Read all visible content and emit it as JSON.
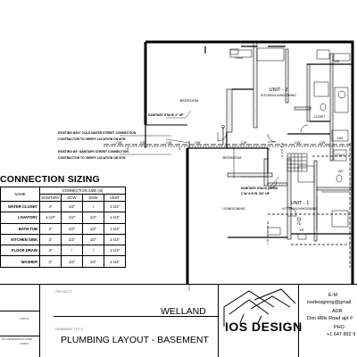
{
  "plan": {
    "rooms": {
      "bedroom_upper": "BEDROOM",
      "bedroom_lower": "BEDROOM",
      "unit2": "UNIT - 2",
      "unit2_sub": "KITCHEN/LIVING/DINING",
      "unit1": "UNIT - 1",
      "unit1_sub": "KITCHEN/LIVING/DINING",
      "living": "LIVING/DINING",
      "closet": "CLOSET",
      "tub": "TUB",
      "pwdr": "PWDR"
    },
    "fixture_tags": {
      "wc": "WC",
      "ks": "KS",
      "lav": "LAV",
      "fd": "FD",
      "stack": "STACK"
    },
    "annotations": {
      "sanitary_stack": "SANITARY STACK 4\" UP",
      "water_connection_1": "EXISTING Ø3/4\" COLD WATER STREET CONNECTION",
      "water_connection_2": "CONTRACTOR TO VERIFY LOCATION ON SITE",
      "sanitary_connection_1": "EXISTING Ø4\" SANITARY STREET CONNECTION",
      "sanitary_connection_2": "CONTRACTOR TO VERIFY LOCATION ON SITE",
      "stack_down_1": "SANITARY STACK DOWN",
      "stack_down_2": "C.W. & H.W. 3/4\" UP",
      "cw_marker": "CW",
      "san_marker": "S"
    }
  },
  "sizing": {
    "title": "CONNECTION SIZING",
    "col_name": "NAME",
    "col_group": "CONNECTION SIZE (in)",
    "columns": [
      "SANITARY",
      "DCW",
      "DHW",
      "VENT"
    ],
    "rows": [
      {
        "name": "WATER CLOSET",
        "values": [
          "4\"",
          "1/2\"",
          "/",
          "1-1/2\""
        ]
      },
      {
        "name": "LAVATORY",
        "values": [
          "1-1/2\"",
          "1/2\"",
          "1/2\"",
          "1-1/4\""
        ]
      },
      {
        "name": "BATH TUB",
        "values": [
          "2\"",
          "1/2\"",
          "1/2\"",
          "1-1/2\""
        ]
      },
      {
        "name": "KITCHEN SINK",
        "values": [
          "2\"",
          "1/2\"",
          "1/2\"",
          "1-1/2\""
        ]
      },
      {
        "name": "FLOOR DRAIN",
        "values": [
          "3\"",
          "/",
          "/",
          "1-1/2\""
        ]
      },
      {
        "name": "WASHER",
        "values": [
          "2\"",
          "1/2\"",
          "1/2\"",
          "1-1/4\""
        ]
      }
    ]
  },
  "title_block": {
    "project_label": "PROJECT",
    "project_name": "WELLAND",
    "drawing_title_label": "DRAWING TITLE",
    "drawing_title": "PLUMBING LAYOUT - BASEMENT",
    "left_code_1": "109174",
    "left_code_2": "115513",
    "left_note": "IN THE BUILDING CODE",
    "logo_text": "IOS DESIGN",
    "contact": {
      "email_label": "E-M",
      "email": "iosdesigning@gmail.",
      "address_label": "ADR",
      "address": "Don Mills Road apt #",
      "phone_label": "PHO",
      "phone": "+1 647 892 9"
    }
  },
  "colors": {
    "line": "#000000",
    "hatch": "#9a9a9a",
    "gray_text": "#777777"
  }
}
